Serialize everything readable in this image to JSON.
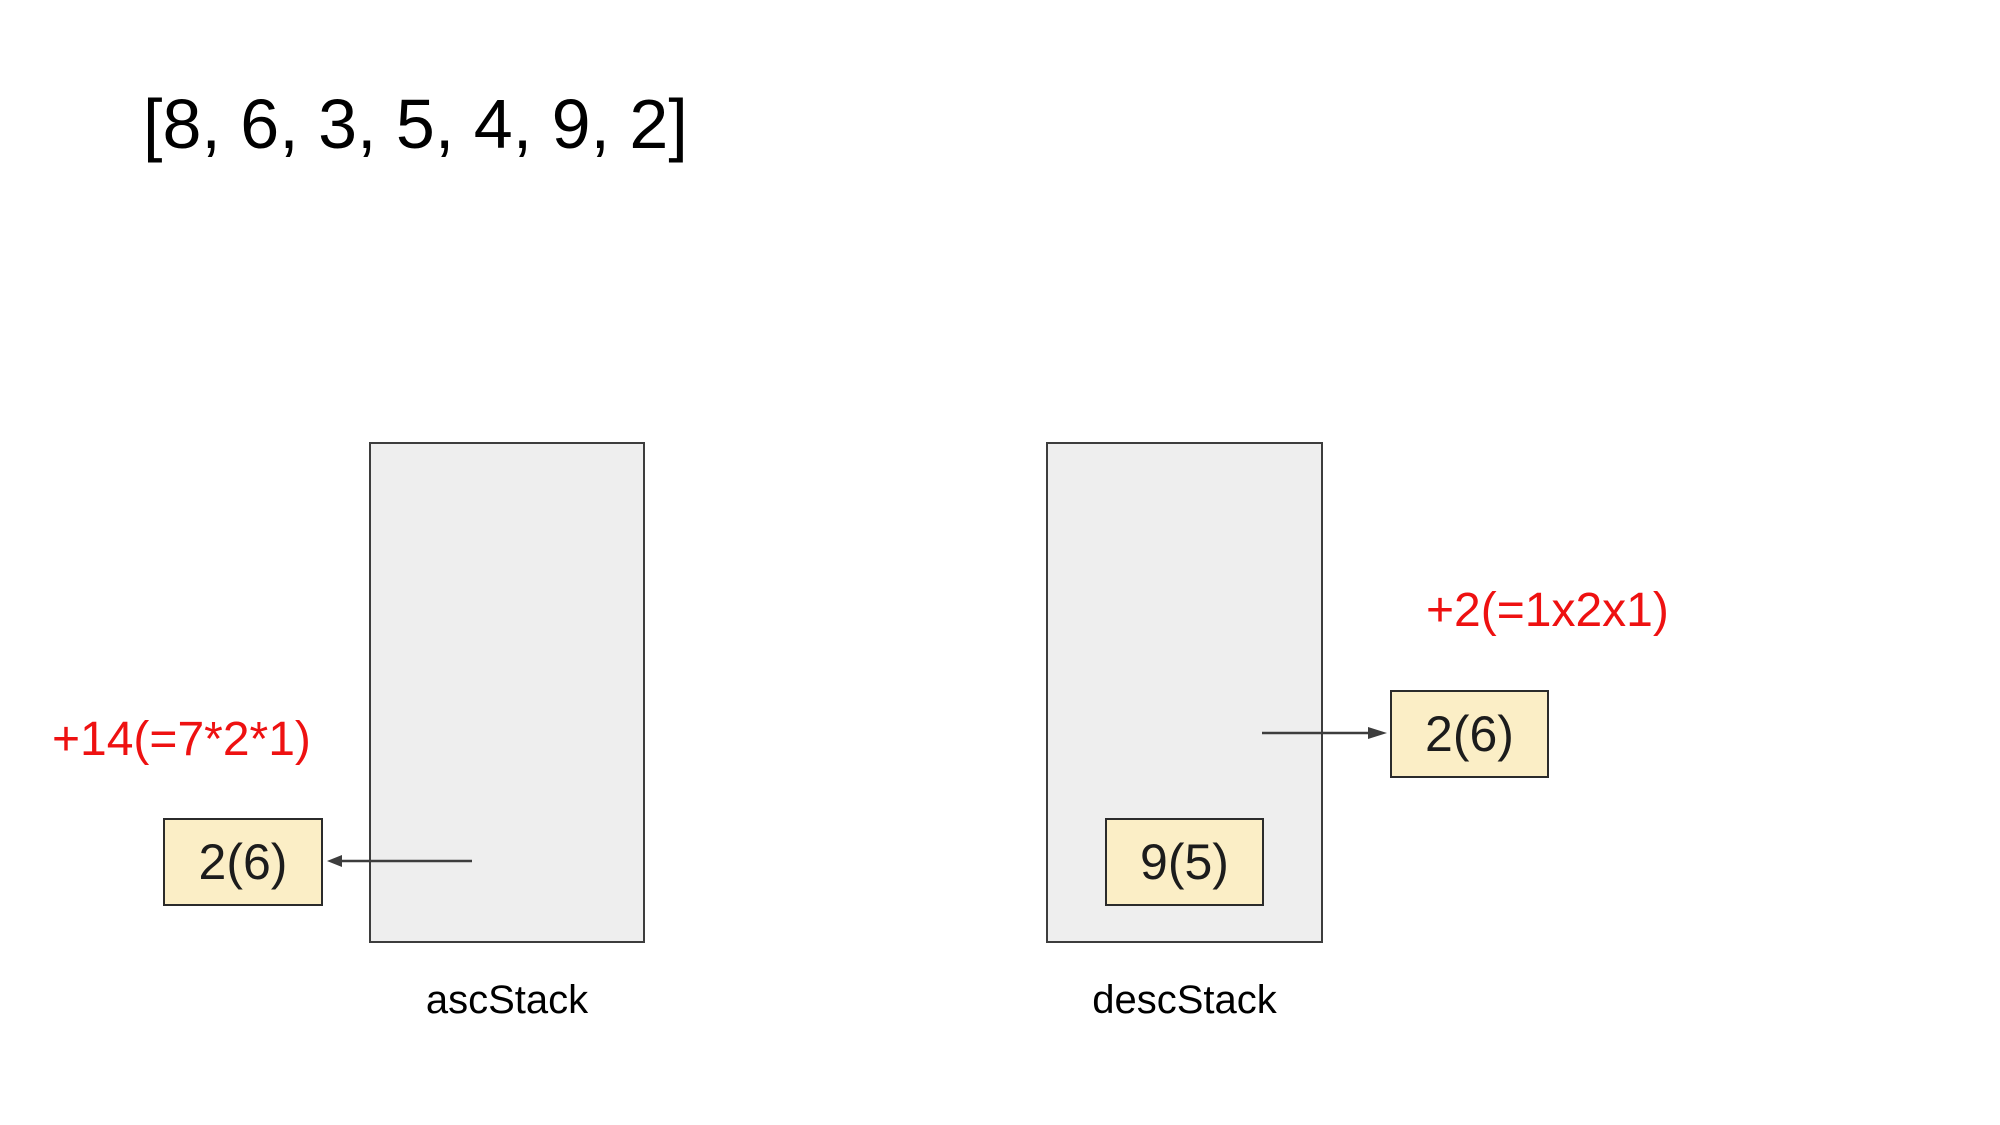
{
  "input_array": "[8, 6, 3, 5, 4, 9, 2]",
  "asc_stack": {
    "label": "ascStack",
    "annotation": "+14(=7*2*1)",
    "popped_value": "2(6)",
    "items": []
  },
  "desc_stack": {
    "label": "descStack",
    "annotation": "+2(=1x2x1)",
    "popped_value": "2(6)",
    "items": [
      "9(5)"
    ]
  },
  "colors": {
    "background": "#ffffff",
    "text": "#000000",
    "annotation_red": "#ee1111",
    "box_fill": "#fbeec6",
    "box_border": "#2b2b2b",
    "stack_fill": "#eeeeee",
    "stack_border": "#3d3d3d",
    "arrow": "#3d3d3d"
  }
}
